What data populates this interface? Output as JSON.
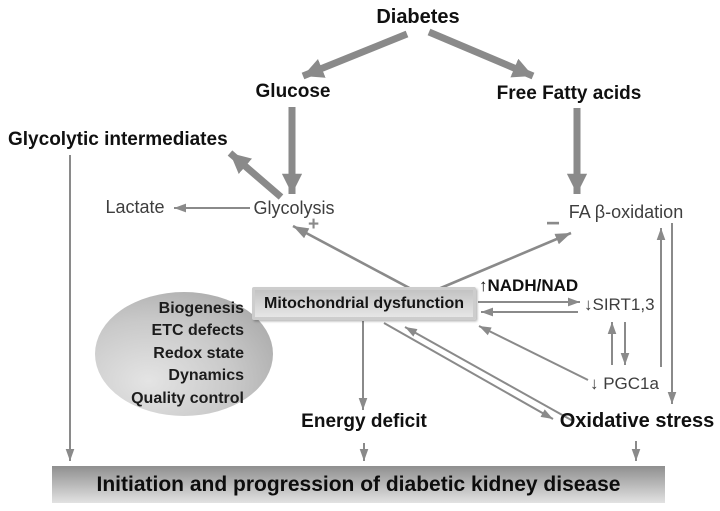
{
  "nodes": {
    "diabetes": "Diabetes",
    "glucose": "Glucose",
    "free_fatty_acids": "Free Fatty acids",
    "glycolytic_intermediates": "Glycolytic intermediates",
    "lactate": "Lactate",
    "glycolysis": "Glycolysis",
    "fa_beta_oxidation": "FA β-oxidation",
    "mitochondrial_dysfunction": "Mitochondrial dysfunction",
    "nadh_nad": "↑NADH/NAD",
    "sirt13": "↓SIRT1,3",
    "pgc1a": "↓ PGC1a",
    "energy_deficit": "Energy deficit",
    "oxidative_stress": "Oxidative stress",
    "outcome": "Initiation and progression of diabetic kidney disease"
  },
  "mitochondrial_features": [
    "Biogenesis",
    "ETC defects",
    "Redox state",
    "Dynamics",
    "Quality control"
  ],
  "signs": {
    "stimulation": "+",
    "inhibition": "−"
  },
  "colors": {
    "arrow": "#8a8a8a",
    "text-strong": "#101010",
    "text-soft": "#3e3e3e",
    "ellipse-dark": "#9c9c9c",
    "ellipse-light": "#e4e4e4",
    "box-top": "#c3c3c3",
    "box-bottom": "#e6e6e6",
    "box-border": "#cdcdcd",
    "bar-top": "#8f8f8f",
    "bar-bottom": "#e2e2e2"
  }
}
